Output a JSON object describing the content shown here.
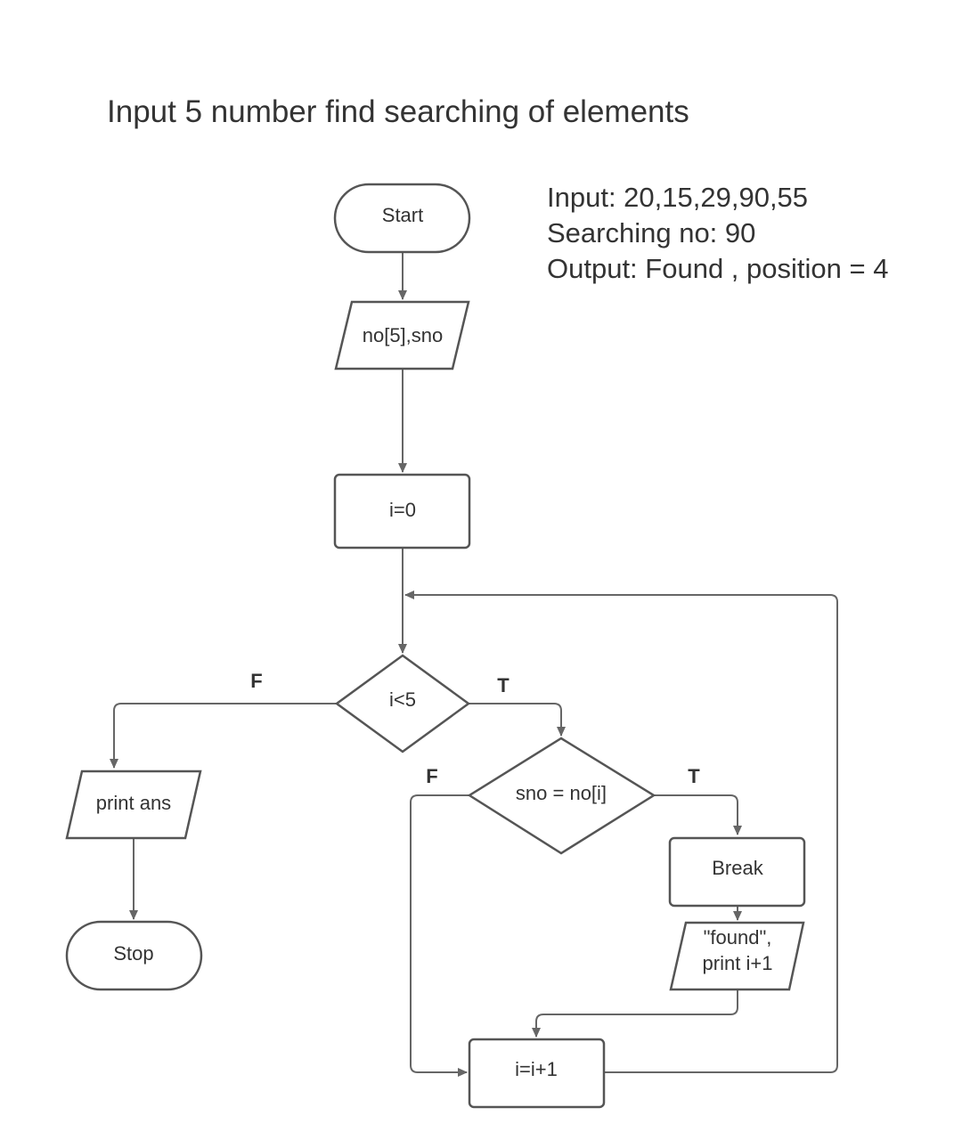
{
  "title": "Input 5 number find searching of elements",
  "notes": {
    "input": "Input: 20,15,29,90,55",
    "searching": "Searching no: 90",
    "output": "Output: Found , position = 4"
  },
  "nodes": {
    "start": "Start",
    "declare": "no[5],sno",
    "init": "i=0",
    "loop_condition": "i<5",
    "compare": "sno = no[i]",
    "print_ans": "print ans",
    "stop": "Stop",
    "break": "Break",
    "found_line1": "\"found\",",
    "found_line2": "print i+1",
    "increment": "i=i+1"
  },
  "branches": {
    "loop_false": "F",
    "loop_true": "T",
    "compare_false": "F",
    "compare_true": "T"
  }
}
